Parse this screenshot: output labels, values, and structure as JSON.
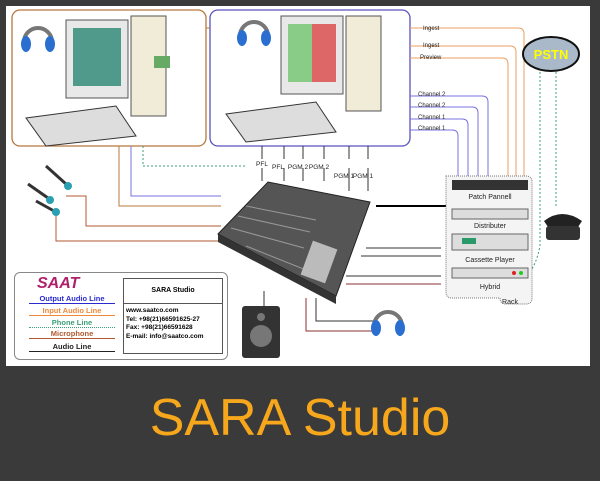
{
  "diagram": {
    "left_workstation": {
      "line_color": "#b8783c"
    },
    "center_workstation": {
      "line_color": "#5a52c0"
    },
    "signal_labels": [
      "Ingest",
      "Ingest",
      "Preview",
      "Channel 2",
      "Channel 2",
      "Channel 1",
      "Channel 1"
    ],
    "mixer_inputs": [
      "PFL",
      "PFL",
      "PGM 2",
      "PGM 2",
      "PGM 1",
      "PGM 1"
    ],
    "rack": {
      "label": "Rack",
      "units": [
        "Patch Pannell",
        "Distributer",
        "Cassette Player",
        "Hybrid"
      ]
    },
    "pstn_label": "PSTN",
    "pstn_color": "#ffff00"
  },
  "legend": {
    "logo": "SAAT",
    "lines": [
      {
        "label": "Output Audio Line",
        "color": "#2a2ad0"
      },
      {
        "label": "Input Audio Line",
        "color": "#f0883a"
      },
      {
        "label": "Phone Line",
        "color": "#3aa07a"
      },
      {
        "label": "Microphone",
        "color": "#b05a30"
      },
      {
        "label": "Audio Line",
        "color": "#222222"
      }
    ],
    "title": "SARA Studio",
    "contact": [
      "www.saatco.com",
      "Tel: +98(21)66591625-27",
      "Fax: +98(21)66591628",
      "E-mail: info@saatco.com"
    ]
  },
  "caption": "SARA Studio"
}
